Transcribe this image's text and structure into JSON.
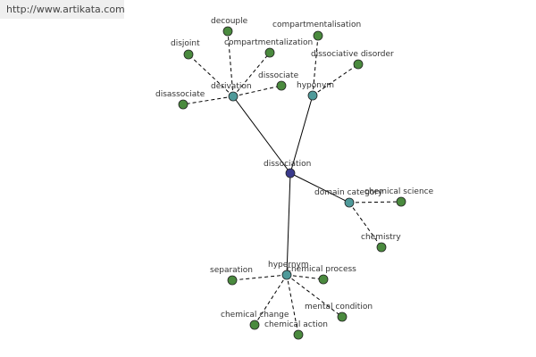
{
  "watermark": {
    "url": "http://www.artikata.com"
  },
  "graph": {
    "colors": {
      "root": "#3a3a8c",
      "relation": "#4f9a9a",
      "leaf": "#4a8a3e"
    },
    "root": {
      "id": "dissociation",
      "label": "dissociation"
    },
    "relations": [
      {
        "id": "derivation",
        "label": "derivation"
      },
      {
        "id": "hyponym",
        "label": "hyponym"
      },
      {
        "id": "domain-category",
        "label": "domain category"
      },
      {
        "id": "hypernym",
        "label": "hypernym"
      }
    ],
    "leaves": [
      {
        "id": "decouple",
        "parent": "derivation",
        "label": "decouple"
      },
      {
        "id": "disjoint",
        "parent": "derivation",
        "label": "disjoint"
      },
      {
        "id": "compartmentalization",
        "parent": "derivation",
        "label": "compartmentalization"
      },
      {
        "id": "dissociate",
        "parent": "derivation",
        "label": "dissociate"
      },
      {
        "id": "disassociate",
        "parent": "derivation",
        "label": "disassociate"
      },
      {
        "id": "compartmentalisation",
        "parent": "hyponym",
        "label": "compartmentalisation"
      },
      {
        "id": "dissociative-disorder",
        "parent": "hyponym",
        "label": "dissociative disorder"
      },
      {
        "id": "chemical-science",
        "parent": "domain-category",
        "label": "chemical science"
      },
      {
        "id": "chemistry",
        "parent": "domain-category",
        "label": "chemistry"
      },
      {
        "id": "separation",
        "parent": "hypernym",
        "label": "separation"
      },
      {
        "id": "chemical-process",
        "parent": "hypernym",
        "label": "chemical process"
      },
      {
        "id": "mental-condition",
        "parent": "hypernym",
        "label": "mental condition"
      },
      {
        "id": "chemical-change",
        "parent": "hypernym",
        "label": "chemical change"
      },
      {
        "id": "chemical-action",
        "parent": "hypernym",
        "label": "chemical action"
      }
    ]
  }
}
